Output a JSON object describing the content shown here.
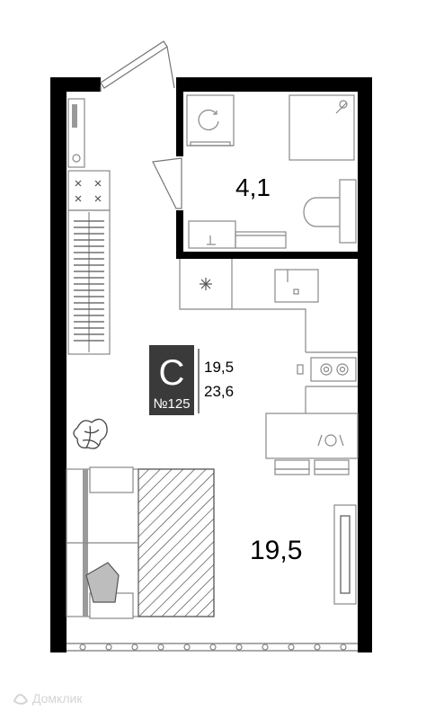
{
  "unit": {
    "type_letter": "С",
    "number": "№125",
    "living_area": "19,5",
    "total_area": "23,6"
  },
  "rooms": {
    "bathroom_area": "4,1",
    "main_room_area": "19,5"
  },
  "watermark": {
    "text": "Домклик"
  },
  "colors": {
    "wall": "#000000",
    "badge_bg": "#3a3a3a",
    "furniture_line": "#9a9a9a",
    "watermark": "#d4d4d4"
  }
}
